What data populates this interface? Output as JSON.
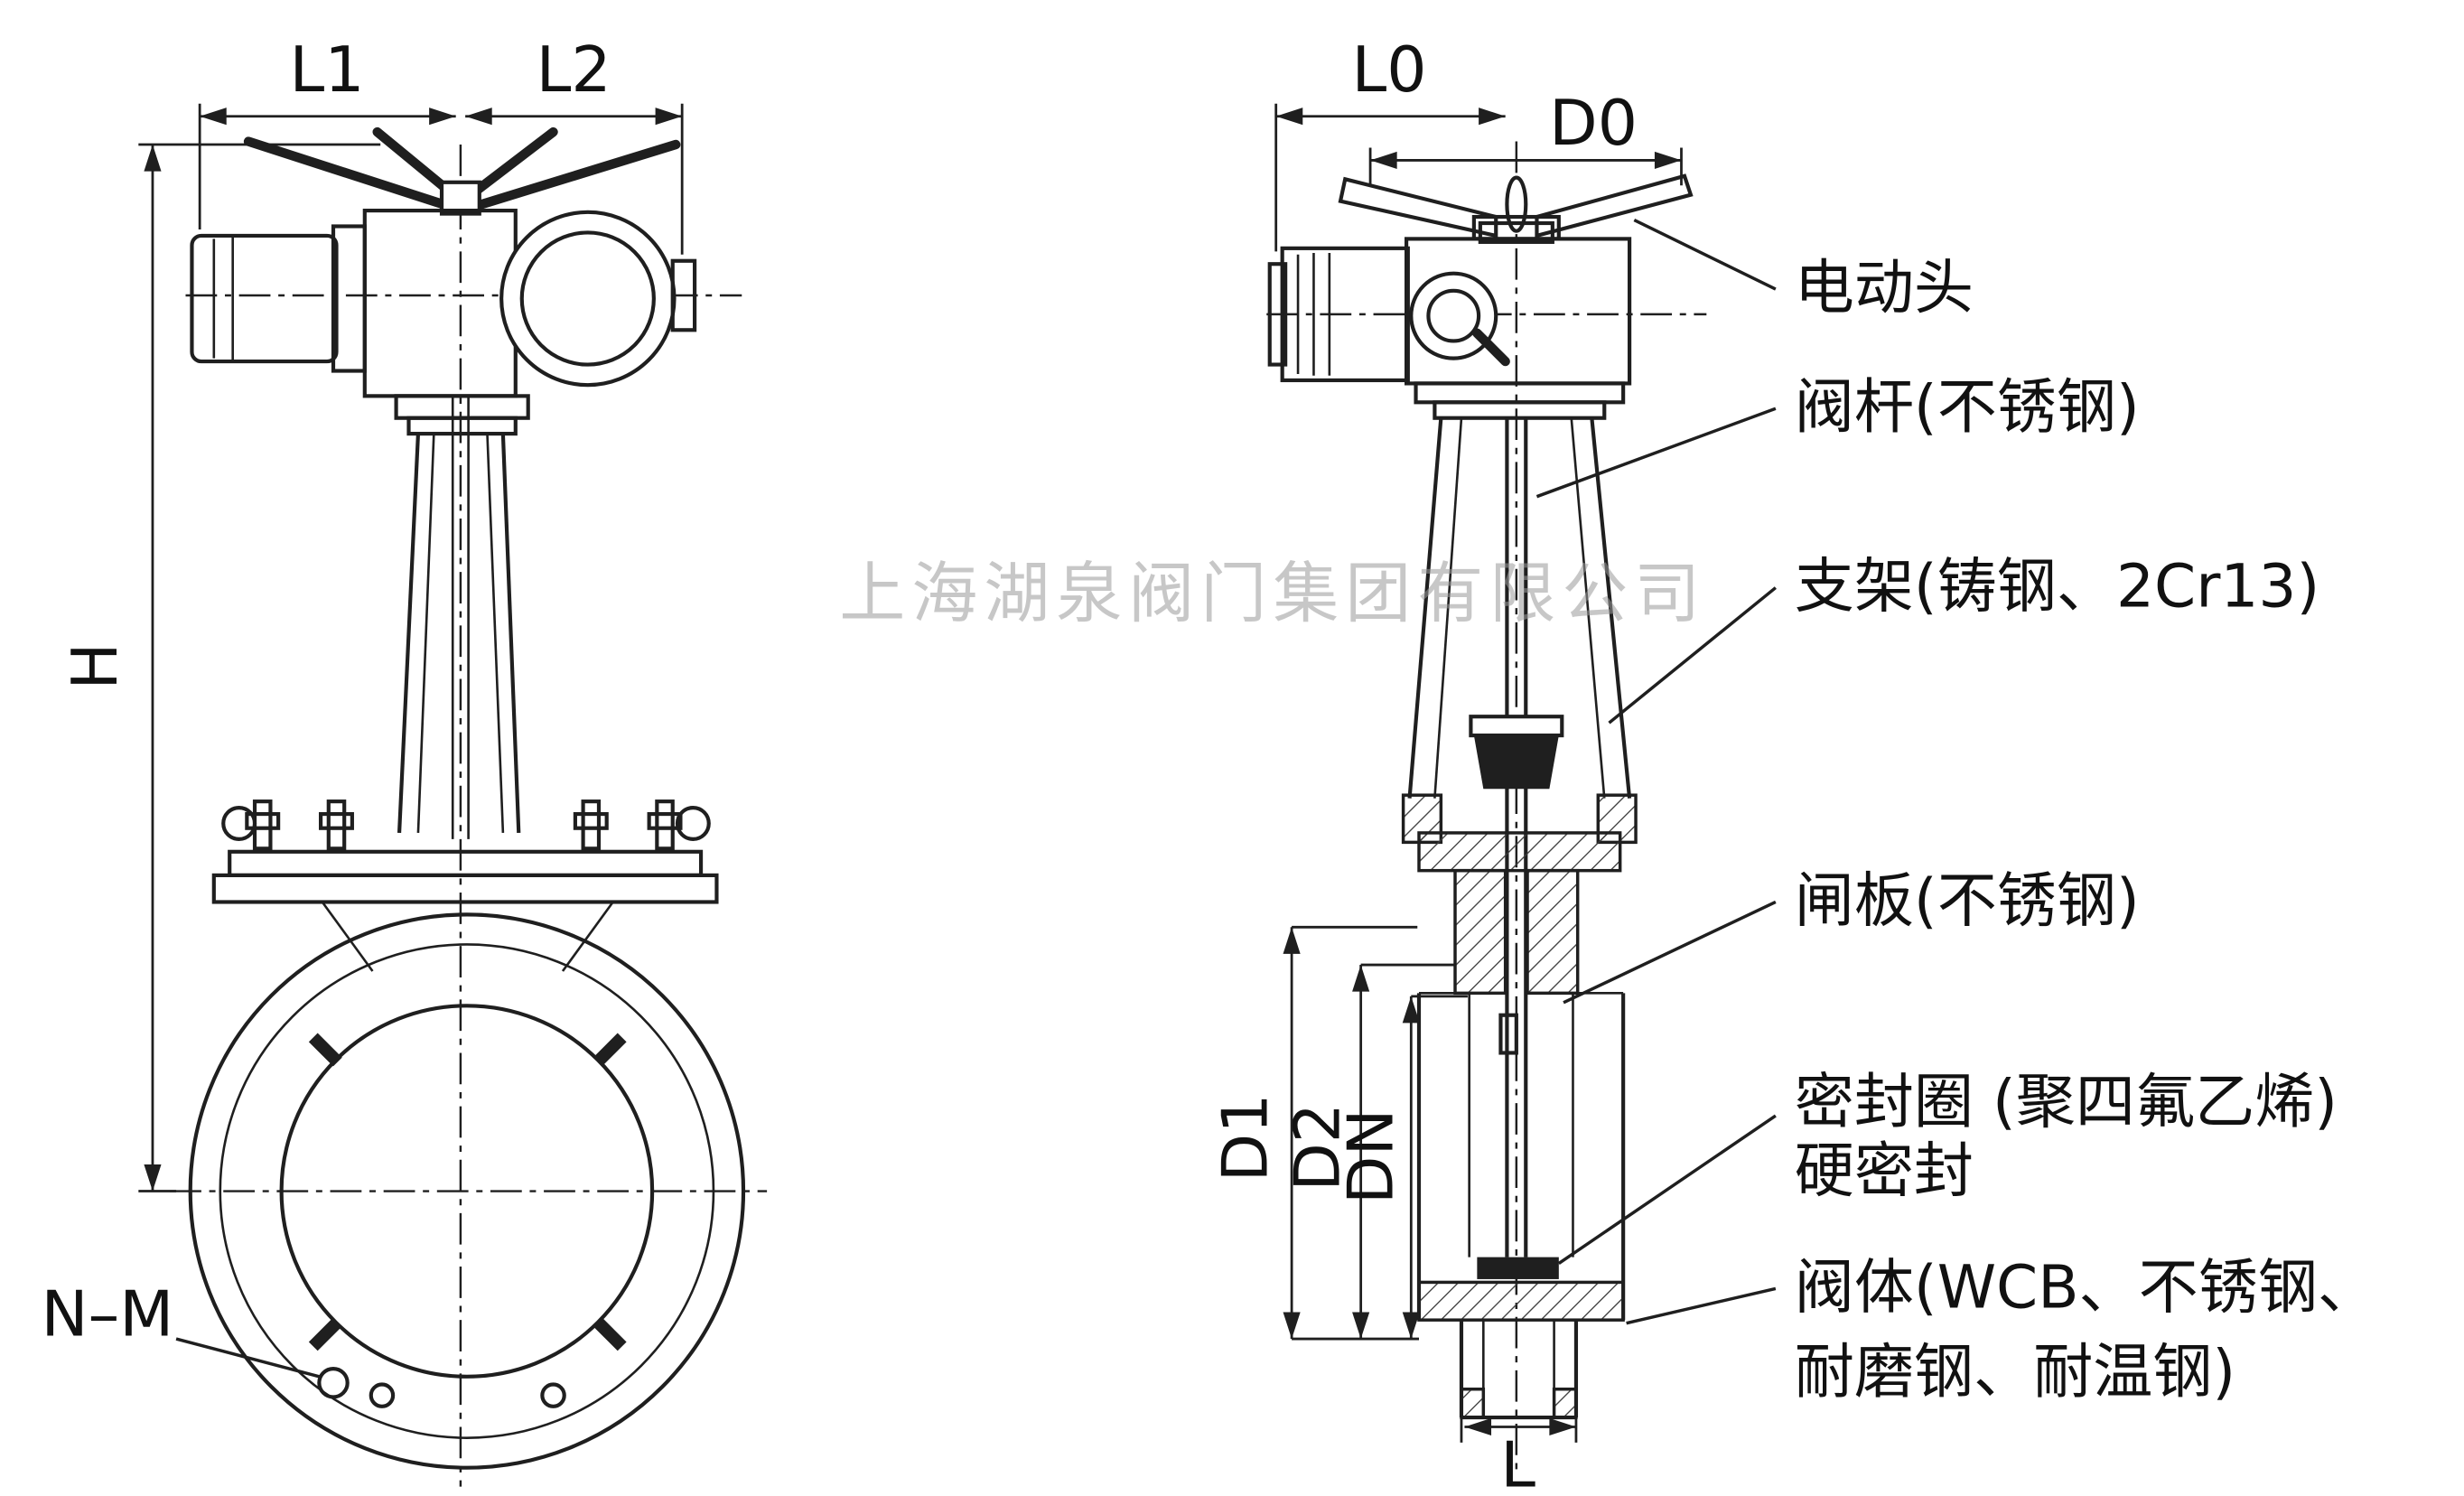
{
  "watermark": "上海湖泉阀门集团有限公司",
  "front_view": {
    "dim_l1": "L1",
    "dim_l2": "L2",
    "dim_h": "H",
    "dim_nm": "N–M"
  },
  "side_view": {
    "dim_l0": "L0",
    "dim_d0": "D0",
    "dim_d1": "D1",
    "dim_d2": "D2",
    "dim_dn": "DN",
    "dim_l": "L"
  },
  "callouts": {
    "actuator": "电动头",
    "stem": "阀杆(不锈钢)",
    "bracket": "支架(铸钢、2Cr13)",
    "gate": "闸板(不锈钢)",
    "seal_line1": "密封圈 (聚四氟乙烯)",
    "seal_line2": "硬密封",
    "body_line1": "阀体(WCB、不锈钢、",
    "body_line2": "耐磨钢、耐温钢)"
  },
  "colors": {
    "line": "#1f1f1f",
    "watermark": "#9b9b9b",
    "background": "#ffffff"
  }
}
